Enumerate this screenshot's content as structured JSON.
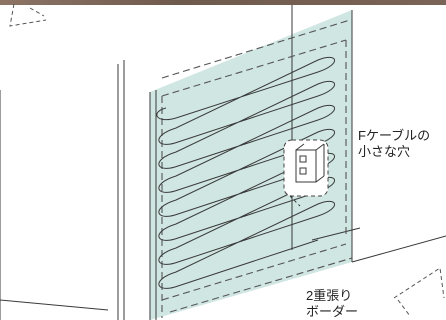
{
  "labels": {
    "cable_hole": {
      "line1": "Fケーブルの",
      "line2": "小さな穴"
    },
    "double_board": {
      "line1": "2重張り",
      "line2": "ボーダー"
    }
  },
  "colors": {
    "insulation_fill": "#cfe6e2",
    "line": "#3a3a3a",
    "dashed_line": "#555555",
    "top_band": "#7a6457"
  },
  "icons": {
    "outlet_box": "electrical-outlet-box"
  }
}
